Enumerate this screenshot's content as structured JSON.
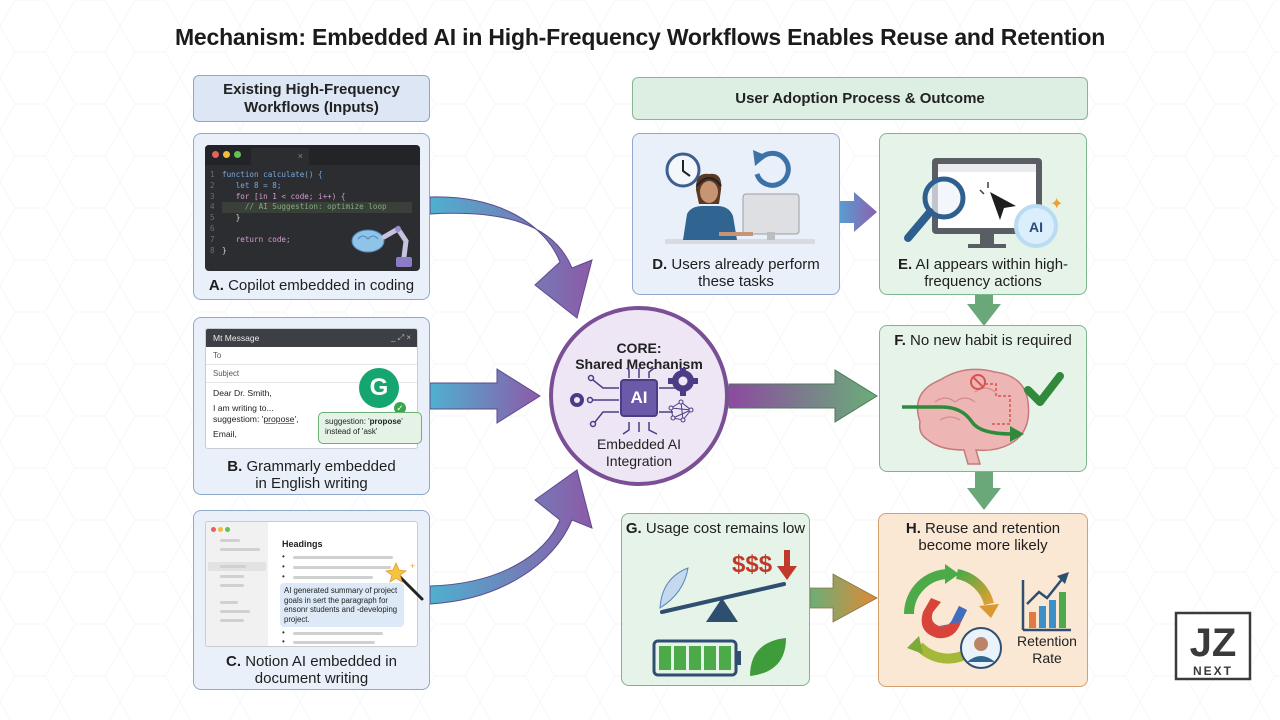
{
  "title": "Mechanism: Embedded AI in High-Frequency Workflows Enables Reuse and Retention",
  "inputs_header": "Existing High-Frequency Workflows (Inputs)",
  "process_header": "User Adoption Process & Outcome",
  "cards": {
    "A": {
      "letter": "A.",
      "caption": "Copilot embedded in coding",
      "editor": {
        "tab_close": "×",
        "lines": [
          {
            "n": "1",
            "text": "function calculate() {"
          },
          {
            "n": "2",
            "text": "let 8 = 8;"
          },
          {
            "n": "3",
            "text": "for [in 1 < code; i++) {"
          },
          {
            "n": "4",
            "text": "// AI Suggestion: optimize loop"
          },
          {
            "n": "5",
            "text": "}"
          },
          {
            "n": "6",
            "text": ""
          },
          {
            "n": "7",
            "text": "return code;"
          },
          {
            "n": "8",
            "text": "}"
          }
        ]
      },
      "icon": "robot-arm-brain-icon"
    },
    "B": {
      "letter": "B.",
      "caption": "Grammarly embedded in English writing",
      "email": {
        "window_title": "Mt Message",
        "window_controls": "_ ⤢ ×",
        "to_label": "To",
        "subject_label": "Subject",
        "greeting": "Dear Dr. Smith,",
        "line1": "I am writing to...",
        "line2_prefix": "suggestiom: '",
        "line2_word": "propose",
        "line2_suffix": "',",
        "closing": "Email,"
      },
      "badge_letter": "G",
      "suggestion_prefix": "suggestion: '",
      "suggestion_word": "propose",
      "suggestion_suffix": "'",
      "suggestion_line2": "instead of 'ask'"
    },
    "C": {
      "letter": "C.",
      "caption": "Notion AI embedded in document writing",
      "doc_heading": "Headings",
      "ai_summary": "AI generated summary of project goals in sert the paragraph for ensonr students and -developing project.",
      "icon": "magic-wand-icon"
    },
    "D": {
      "letter": "D.",
      "caption": "Users already perform these tasks"
    },
    "E": {
      "letter": "E.",
      "caption": "AI appears within high-frequency actions",
      "ai_badge": "AI"
    },
    "F": {
      "letter": "F.",
      "caption": "No new habit is required"
    },
    "G": {
      "letter": "G.",
      "caption": "Usage cost remains low",
      "cost_symbol": "$$$"
    },
    "H": {
      "letter": "H.",
      "caption": "Reuse and retention become more likely",
      "chart_label_1": "Retention",
      "chart_label_2": "Rate"
    }
  },
  "core": {
    "title_1": "CORE:",
    "title_2": "Shared Mechanism",
    "chip_label": "AI",
    "subtitle_1": "Embedded AI",
    "subtitle_2": "Integration"
  },
  "logo": {
    "mark": "JZ",
    "text": "NEXT"
  },
  "colors": {
    "blue_card": "#e9f0fa",
    "green_card": "#e6f3e8",
    "orange_card": "#fbe8d4",
    "core_purple": "#7a4f95",
    "arrow_teal": "#4fb0cf",
    "arrow_purple": "#8c5aa8",
    "arrow_green": "#6aae78",
    "arrow_orange": "#e08a35"
  }
}
